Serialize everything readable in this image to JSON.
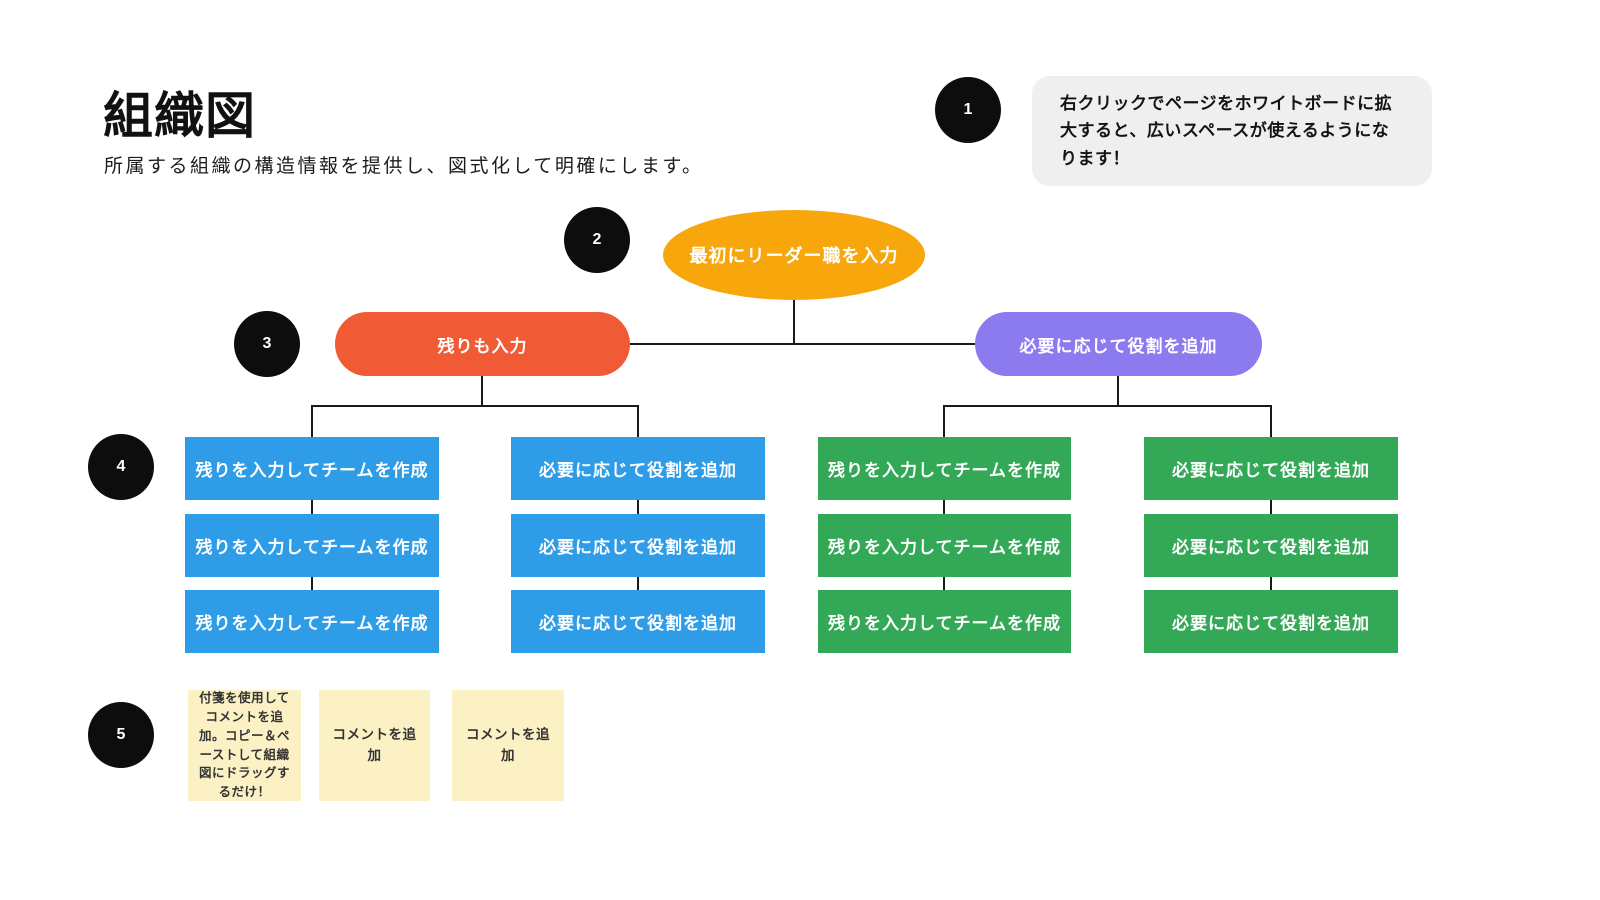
{
  "header": {
    "title": "組織図",
    "subtitle": "所属する組織の構造情報を提供し、図式化して明確にします。"
  },
  "steps": [
    {
      "number": "1"
    },
    {
      "number": "2"
    },
    {
      "number": "3"
    },
    {
      "number": "4"
    },
    {
      "number": "5"
    }
  ],
  "tip": {
    "text": "右クリックでページをホワイトボードに拡大すると、広いスペースが使えるようになります！",
    "background": "#efefef"
  },
  "tree": {
    "root": {
      "label": "最初にリーダー職を入力",
      "color": "#F7A70B"
    },
    "branches": [
      {
        "label": "残りも入力",
        "color": "#F05B35"
      },
      {
        "label": "必要に応じて役割を追加",
        "color": "#8C7BEF"
      }
    ],
    "columns": [
      {
        "color": "#2F9CE8",
        "items": [
          "残りを入力してチームを作成",
          "残りを入力してチームを作成",
          "残りを入力してチームを作成"
        ]
      },
      {
        "color": "#2F9CE8",
        "items": [
          "必要に応じて役割を追加",
          "必要に応じて役割を追加",
          "必要に応じて役割を追加"
        ]
      },
      {
        "color": "#33A857",
        "items": [
          "残りを入力してチームを作成",
          "残りを入力してチームを作成",
          "残りを入力してチームを作成"
        ]
      },
      {
        "color": "#33A857",
        "items": [
          "必要に応じて役割を追加",
          "必要に応じて役割を追加",
          "必要に応じて役割を追加"
        ]
      }
    ],
    "line_color": "#1a1a1a"
  },
  "sticky_notes": {
    "color": "#FBF1C5",
    "items": [
      "付箋を使用してコメントを追加。コピー＆ペーストして組織図にドラッグするだけ！",
      "コメントを追加",
      "コメントを追加"
    ]
  }
}
